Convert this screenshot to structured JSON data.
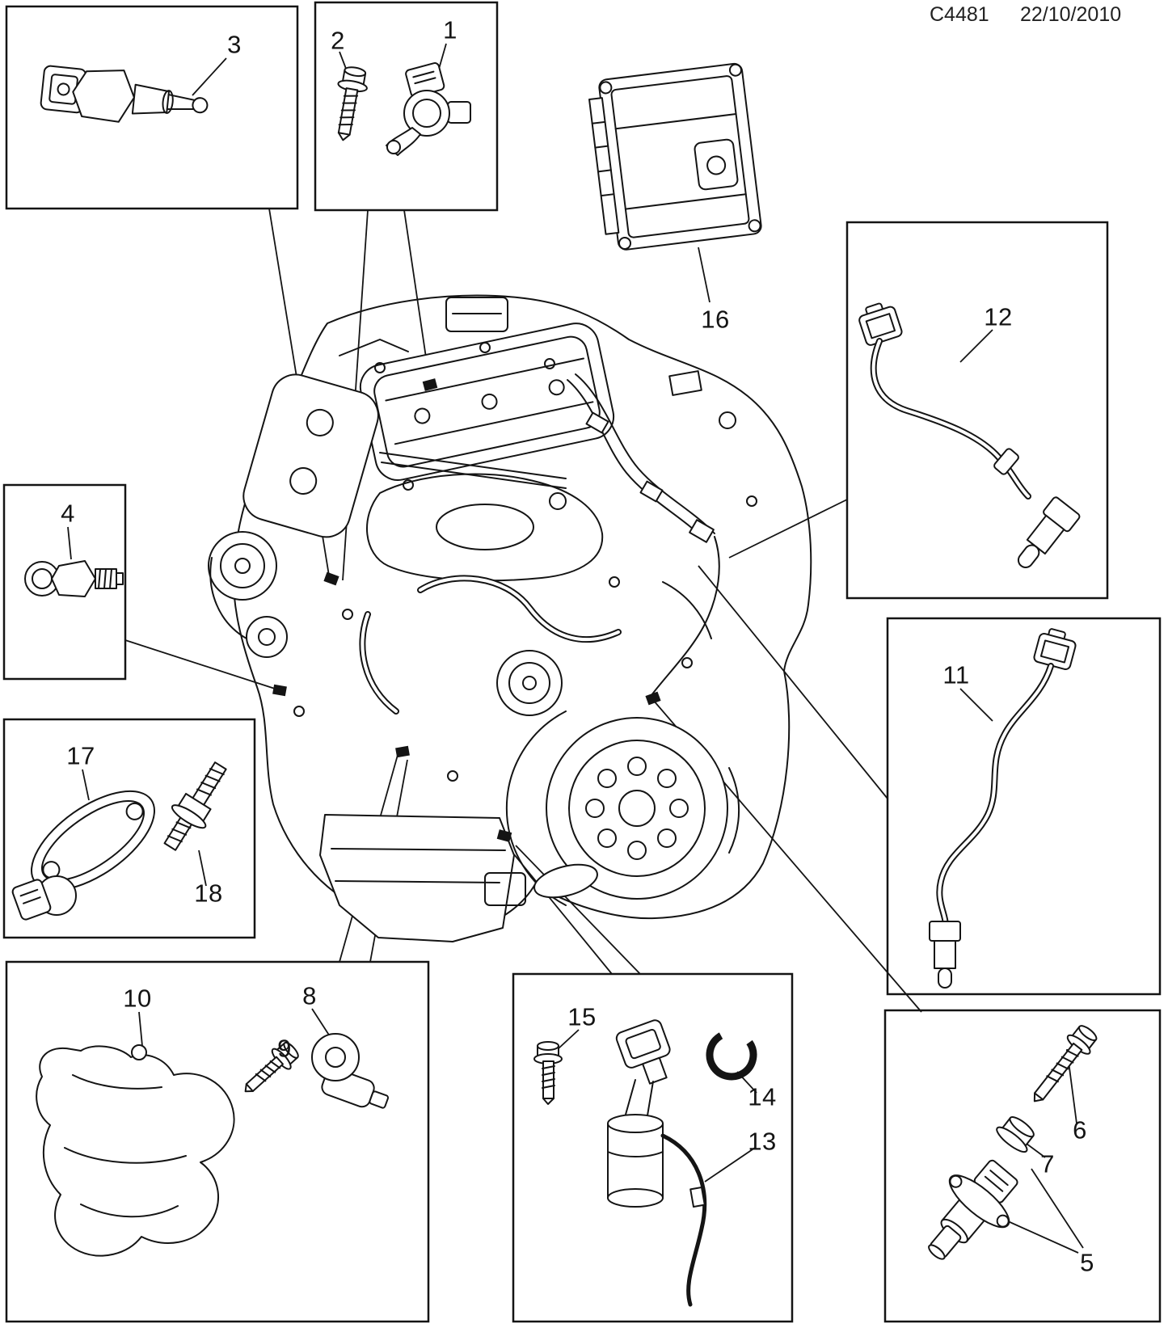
{
  "document": {
    "code": "C4481",
    "date": "22/10/2010"
  },
  "colors": {
    "ink": "#141414",
    "background": "#ffffff"
  },
  "callouts": [
    {
      "number": "1"
    },
    {
      "number": "2"
    },
    {
      "number": "3"
    },
    {
      "number": "4"
    },
    {
      "number": "5"
    },
    {
      "number": "6"
    },
    {
      "number": "7"
    },
    {
      "number": "8"
    },
    {
      "number": "9"
    },
    {
      "number": "10"
    },
    {
      "number": "11"
    },
    {
      "number": "12"
    },
    {
      "number": "13"
    },
    {
      "number": "14"
    },
    {
      "number": "15"
    },
    {
      "number": "16"
    },
    {
      "number": "17"
    },
    {
      "number": "18"
    }
  ]
}
